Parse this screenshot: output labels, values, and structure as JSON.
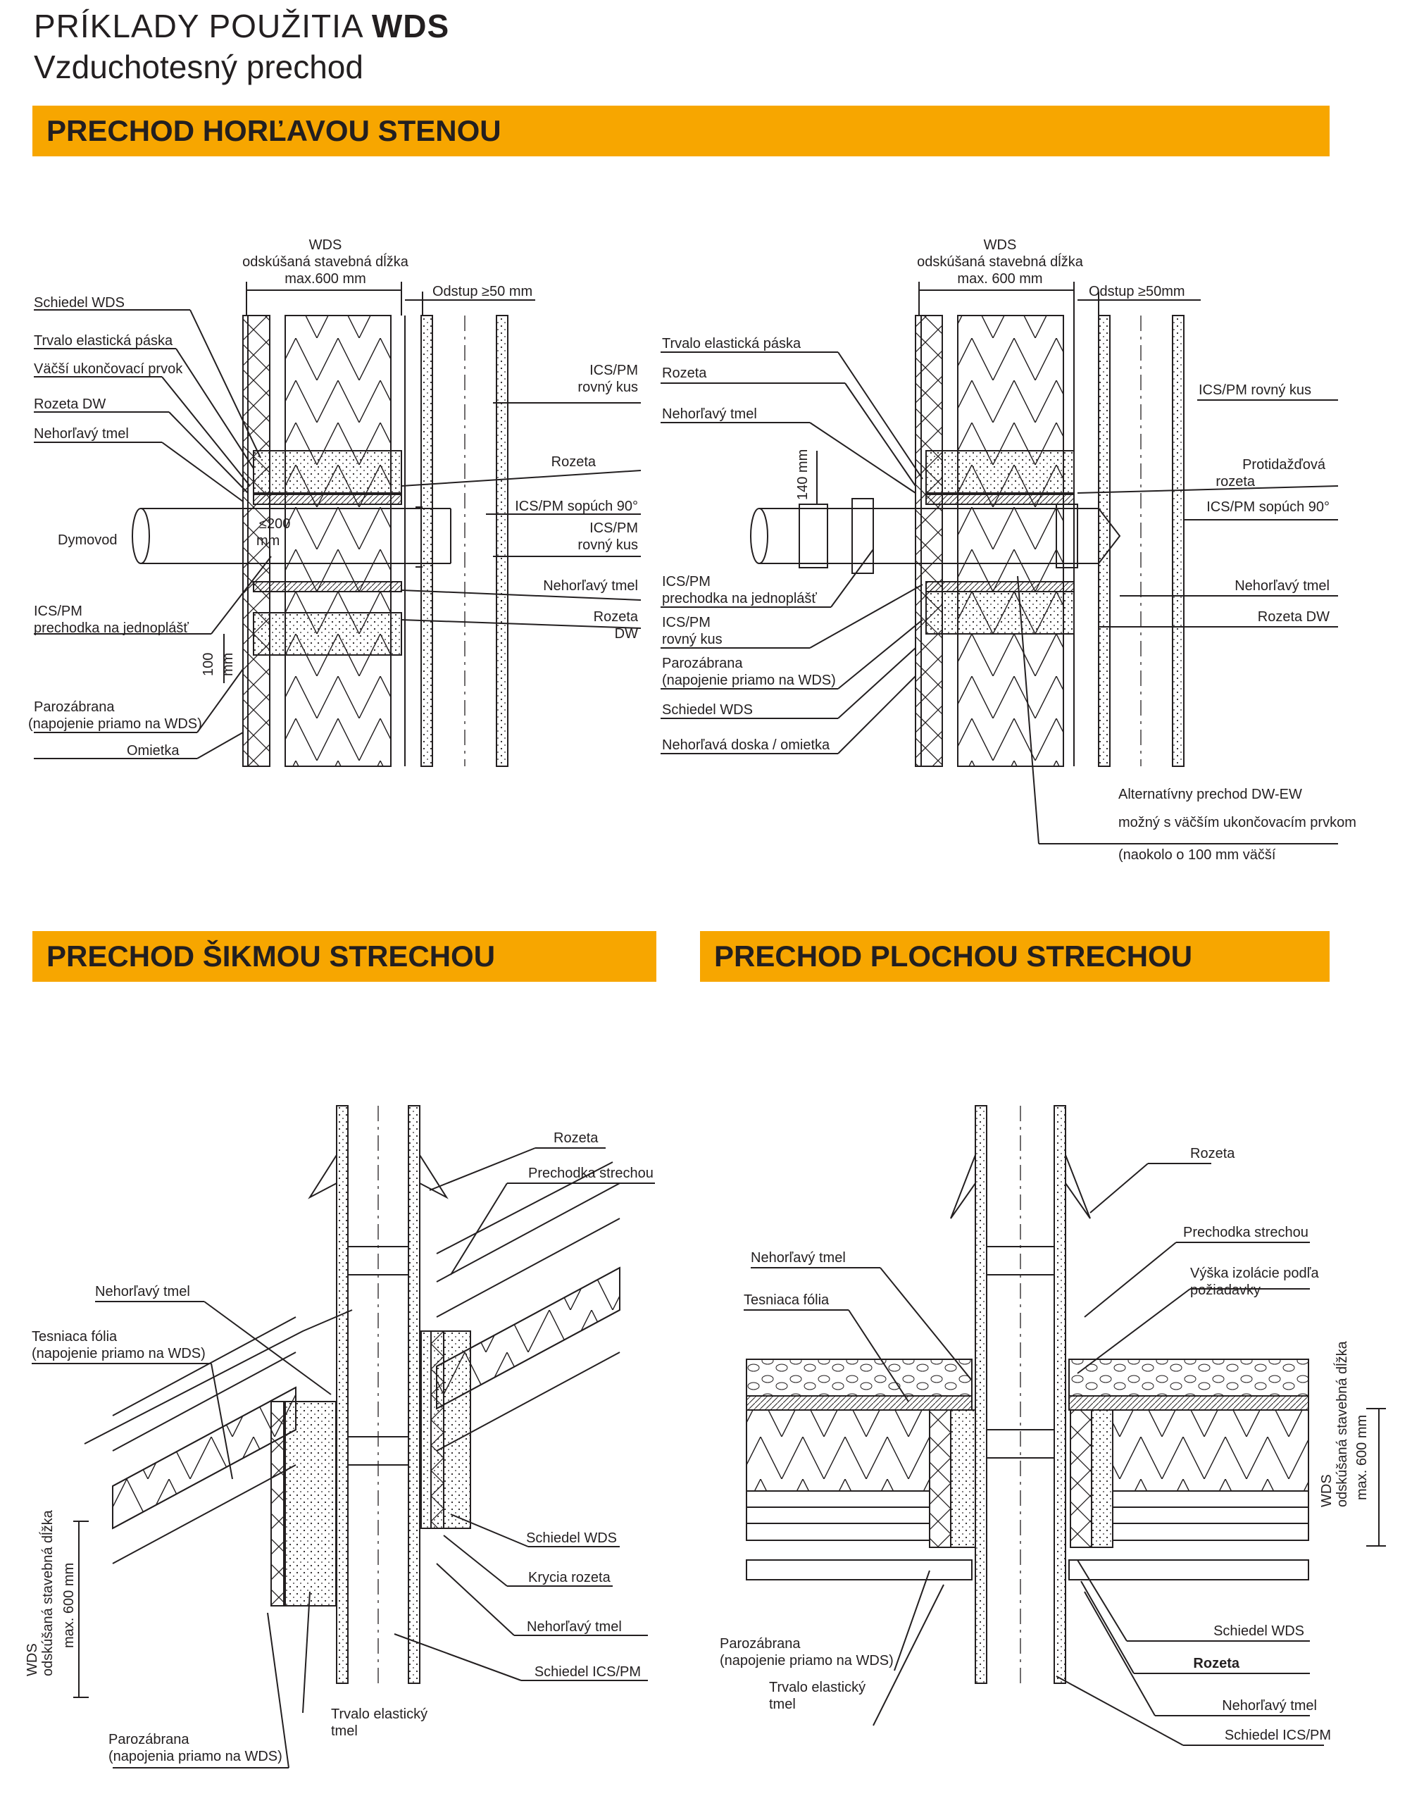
{
  "header": {
    "title_prefix": "PRÍKLADY POUŽITIA",
    "title_bold": "WDS",
    "subtitle": "Vzduchotesný prechod"
  },
  "colors": {
    "band": "#f7a600",
    "text": "#231f20",
    "line": "#231f20"
  },
  "sections": {
    "wall": "PRECHOD HORĽAVOU STENOU",
    "pitched": "PRECHOD ŠIKMOU STRECHOU",
    "flat": "PRECHOD PLOCHOU STRECHOU"
  },
  "d1": {
    "wds_1": "WDS",
    "wds_2": "odskúšaná stavebná dĺžka",
    "wds_3": "max.600  mm",
    "odstup": "Odstup ≥50 mm",
    "schiedel_wds": "Schiedel WDS",
    "paska": "Trvalo elastická páska",
    "vacsi": "Väčší ukončovací prvok",
    "rozeta_dw": "Rozeta DW",
    "tmel_1": "Nehorľavý tmel",
    "dymovod": "Dymovod",
    "dim200_1": "≤200",
    "dim200_2": "mm",
    "prech_1": "ICS/PM",
    "prech_2": "prechodka na jednoplášť",
    "dim100_1": "100",
    "dim100_2": "mm",
    "paro_1": "Parozábrana",
    "paro_2": "(napojenie priamo na WDS)",
    "omietka": "Omietka",
    "rovny_1": "ICS/PM",
    "rovny_2": "rovný kus",
    "rozeta": "Rozeta",
    "sopuch": "ICS/PM sopúch 90°",
    "rovny2_1": "ICS/PM",
    "rovny2_2": "rovný kus",
    "tmel_2": "Nehorľavý tmel",
    "rozeta_dw2_1": "Rozeta",
    "rozeta_dw2_2": "DW"
  },
  "d2": {
    "wds_1": "WDS",
    "wds_2": "odskúšaná stavebná dĺžka",
    "wds_3": "max. 600  mm",
    "odstup": "Odstup ≥50mm",
    "paska": "Trvalo elastická páska",
    "rozeta": "Rozeta",
    "tmel_1": "Nehorľavý tmel",
    "dim140": "140 mm",
    "prech_1": "ICS/PM",
    "prech_2": "prechodka na jednoplášť",
    "rovny_1": "ICS/PM",
    "rovny_2": "rovný kus",
    "paro_1": "Parozábrana",
    "paro_2": "(napojenie priamo na WDS)",
    "schiedel_wds": "Schiedel WDS",
    "doska": "Nehorľavá doska / omietka",
    "ics_rovny": "ICS/PM rovný kus",
    "protidazd_1": "Protidažďová",
    "protidazd_2": "rozeta",
    "sopuch": "ICS/PM sopúch 90°",
    "tmel_2": "Nehorľavý tmel",
    "rozeta_dw": "Rozeta DW",
    "alt_1": "Alternatívny prechod DW-EW",
    "alt_2": "možný s väčším ukončovacím prvkom",
    "alt_3": "(naokolo o 100 mm väčší"
  },
  "d3": {
    "rozeta": "Rozeta",
    "prechodka": "Prechodka strechou",
    "tmel_1": "Nehorľavý tmel",
    "tes_1": "Tesniaca fólia",
    "tes_2": "(napojenie priamo na WDS)",
    "wds_1": "WDS",
    "wds_2": "odskúšaná stavebná dĺžka",
    "wds_3": "max. 600 mm",
    "schiedel_wds": "Schiedel WDS",
    "krycia": "Krycia rozeta",
    "tmel_2": "Nehorľavý tmel",
    "schiedel_ics": "Schiedel ICS/PM",
    "trv_1": "Trvalo elastický",
    "trv_2": "tmel",
    "paro_1": "Parozábrana",
    "paro_2": "(napojenia priamo na WDS)"
  },
  "d4": {
    "rozeta": "Rozeta",
    "prechodka": "Prechodka strechou",
    "tmel_1": "Nehorľavý tmel",
    "tes": "Tesniaca fólia",
    "vyska_1": "Výška izolácie podľa",
    "vyska_2": "požiadavky",
    "wds_1": "WDS",
    "wds_2": "odskúšaná stavebná dĺžka",
    "wds_3": "max. 600 mm",
    "schiedel_wds": "Schiedel WDS",
    "rozeta_2": "Rozeta",
    "paro_1": "Parozábrana",
    "paro_2": "(napojenie priamo na WDS)",
    "trv_1": "Trvalo elastický",
    "trv_2": "tmel",
    "tmel_2": "Nehorľavý tmel",
    "schiedel_ics": "Schiedel ICS/PM"
  }
}
